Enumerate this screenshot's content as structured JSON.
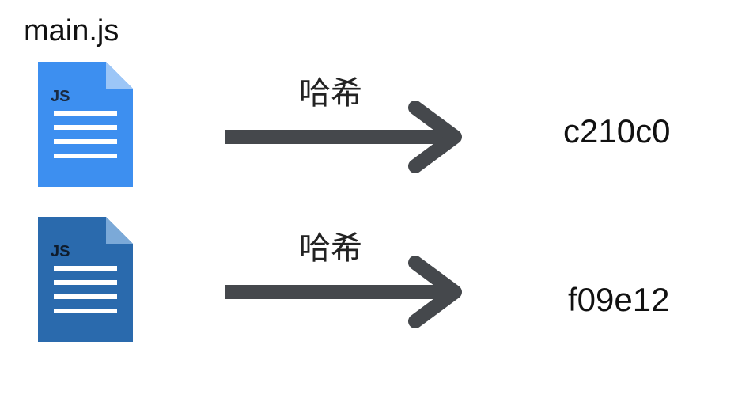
{
  "title": "main.js",
  "rows": [
    {
      "icon": "js-file-icon",
      "icon_label": "JS",
      "icon_color": "#3d8ff0",
      "arrow_label": "哈希",
      "hash": "c210c0"
    },
    {
      "icon": "js-file-icon",
      "icon_label": "JS",
      "icon_color": "#2a6aad",
      "arrow_label": "哈希",
      "hash": "f09e12"
    }
  ],
  "arrow_color": "#45484c"
}
